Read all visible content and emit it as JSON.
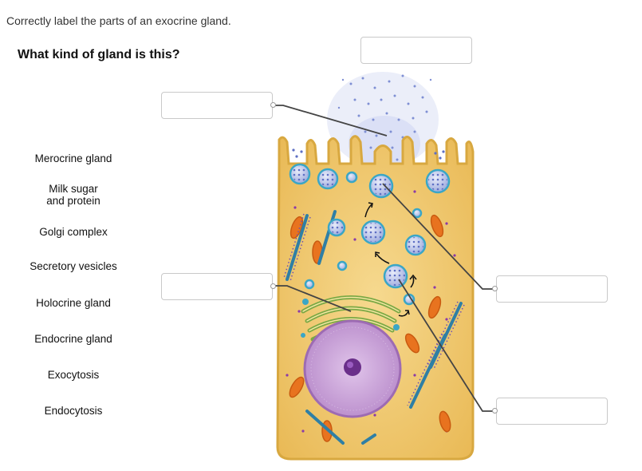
{
  "instruction": "Correctly label the parts of an exocrine gland.",
  "question": "What kind of gland is this?",
  "word_bank": [
    {
      "label": "Merocrine gland"
    },
    {
      "label": "Milk sugar and protein"
    },
    {
      "label": "Golgi complex"
    },
    {
      "label": "Secretory vesicles"
    },
    {
      "label": "Holocrine gland"
    },
    {
      "label": "Endocrine gland"
    },
    {
      "label": "Exocytosis"
    },
    {
      "label": "Endocytosis"
    }
  ],
  "drop_targets": [
    {
      "value": ""
    },
    {
      "value": ""
    },
    {
      "value": ""
    },
    {
      "value": ""
    },
    {
      "value": ""
    }
  ],
  "colors": {
    "cytoplasm": "#f1c76b",
    "cell_border": "#d8a840",
    "nucleus": "#c79fd3",
    "nucleolus": "#6a2f8a",
    "vesicle": "#8e9fd8",
    "vesicle_ring": "#3aa6c6",
    "mitochondria": "#e8731f",
    "golgi": "#8fbf5a",
    "er": "#2f7fa5"
  }
}
